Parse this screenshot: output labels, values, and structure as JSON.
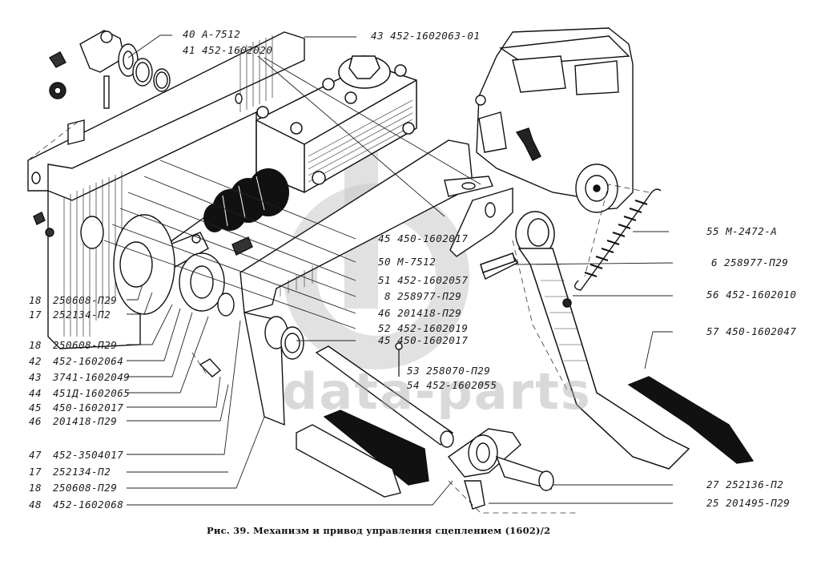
{
  "figure": {
    "caption": "Рис. 39. Механизм и привод управления сцеплением (1602)/2",
    "watermark": {
      "text": "data-parts",
      "logo": "dP"
    }
  },
  "labels": {
    "top": [
      {
        "num": "40",
        "part": "А-7512"
      },
      {
        "num": "41",
        "part": "452-1602020"
      },
      {
        "num": "43",
        "part": "452-1602063-01"
      }
    ],
    "right": [
      {
        "num": "55",
        "part": "М-2472-А"
      },
      {
        "num": "6",
        "part": "258977-П29"
      },
      {
        "num": "56",
        "part": "452-1602010"
      },
      {
        "num": "57",
        "part": "450-1602047"
      },
      {
        "num": "27",
        "part": "252136-П2"
      },
      {
        "num": "25",
        "part": "201495-П29"
      }
    ],
    "center": [
      {
        "num": "45",
        "part": "450-1602017"
      },
      {
        "num": "50",
        "part": "М-7512"
      },
      {
        "num": "51",
        "part": "452-1602057"
      },
      {
        "num": "8",
        "part": "258977-П29"
      },
      {
        "num": "46",
        "part": "201418-П29"
      },
      {
        "num": "52",
        "part": "452-1602019"
      },
      {
        "num": "45",
        "part": "450-1602017"
      },
      {
        "num": "53",
        "part": "258070-П29"
      },
      {
        "num": "54",
        "part": "452-1602055"
      }
    ],
    "left": [
      {
        "num": "18",
        "part": "250608-П29"
      },
      {
        "num": "17",
        "part": "252134-П2"
      },
      {
        "num": "18",
        "part": "250608-П29"
      },
      {
        "num": "42",
        "part": "452-1602064"
      },
      {
        "num": "43",
        "part": "3741-1602049"
      },
      {
        "num": "44",
        "part": "451Д-1602065"
      },
      {
        "num": "45",
        "part": "450-1602017"
      },
      {
        "num": "46",
        "part": "201418-П29"
      },
      {
        "num": "47",
        "part": "452-3504017"
      },
      {
        "num": "17",
        "part": "252134-П2"
      },
      {
        "num": "18",
        "part": "250608-П29"
      },
      {
        "num": "48",
        "part": "452-1602068"
      }
    ]
  }
}
